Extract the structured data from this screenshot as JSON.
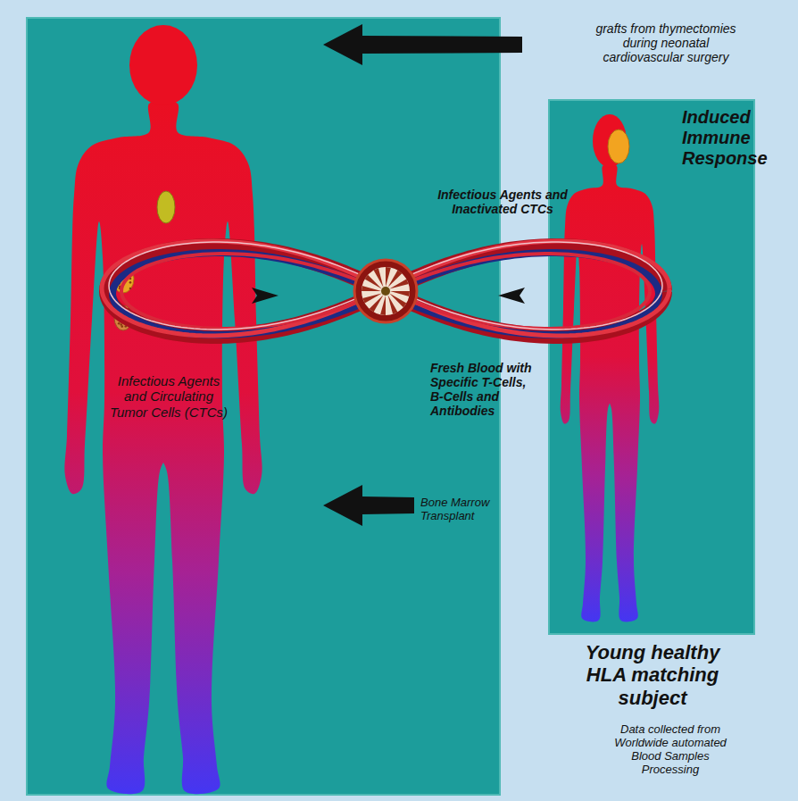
{
  "diagram": {
    "nodes": [
      {
        "text": [
          "Infectious Agents and Circulating Tumor Cells (CTCs)"
        ]
      },
      {
        "text": [
          "Induced Immune Response",
          "Young healthy HLA matching subject"
        ]
      }
    ],
    "labels": [
      "grafts from thymectomies during neonatal cardiovascular surgery",
      "Infectious Agents and Inactivated CTCs",
      "Fresh Blood with Specific T-Cells, B-Cells and Antibodies",
      "Bone Marrow Transplant",
      "Data collected from Worldwide automated Blood Samples Processing"
    ]
  }
}
